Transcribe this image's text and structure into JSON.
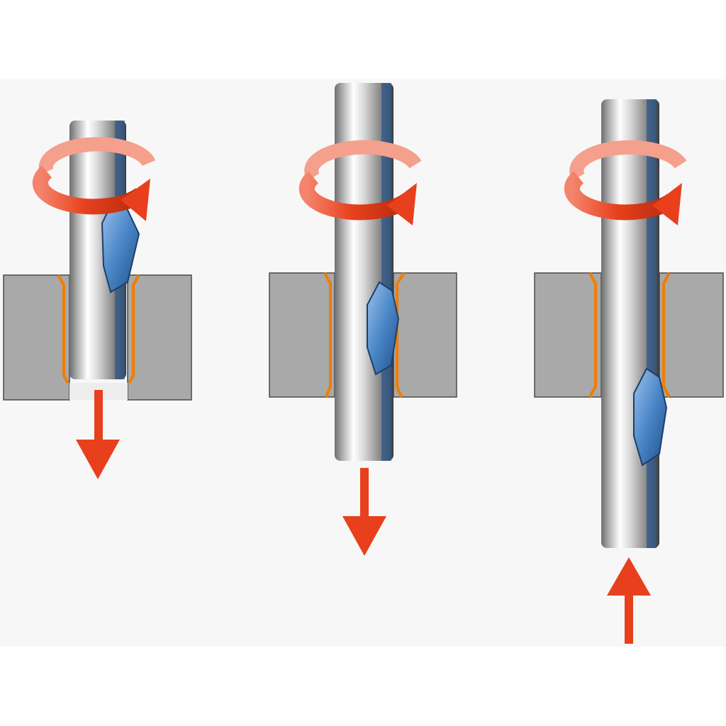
{
  "diagram": {
    "panels": [
      {
        "id": "step-1",
        "tool_motion": "down",
        "rotation": "clockwise"
      },
      {
        "id": "step-2",
        "tool_motion": "down",
        "rotation": "clockwise"
      },
      {
        "id": "step-3",
        "tool_motion": "up",
        "rotation": "clockwise"
      }
    ],
    "colors": {
      "background": "#ffffff",
      "band": "#f7f7f7",
      "workpiece": "#a9a9a9",
      "workpiece_edge": "#4a4a4a",
      "chamfer_line": "#f07d00",
      "arrow": "#e8401c",
      "rotation_arrow": "#e8401c",
      "cutter_blue": "#4a86c8",
      "shaft_steel": "#cfcfcf"
    }
  }
}
